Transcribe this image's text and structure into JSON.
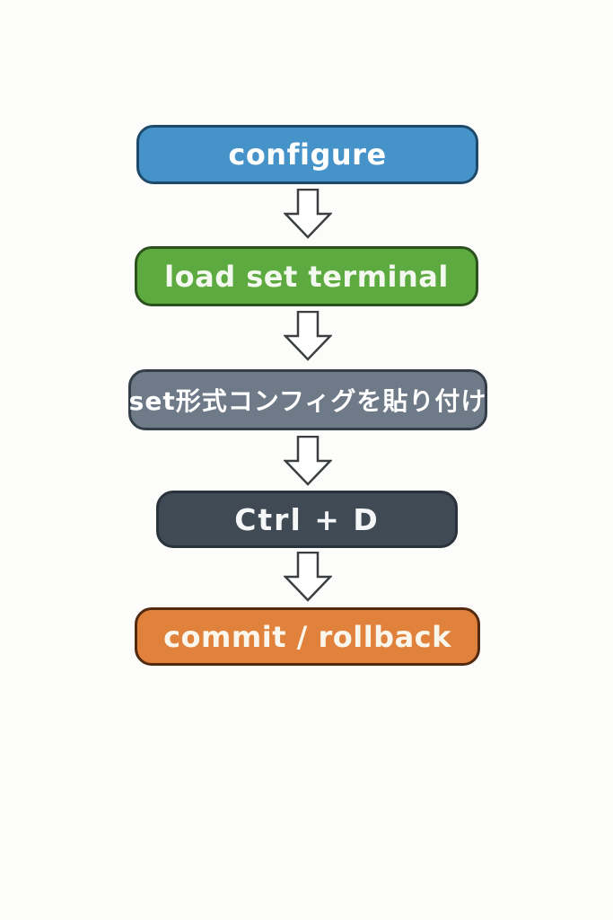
{
  "diagram": {
    "type": "flowchart",
    "direction": "top-down",
    "background_color": "#fcfcfb",
    "arrow": {
      "shape": "hollow-down-arrow",
      "fill": "#ffffff",
      "stroke": "#3b3f42"
    },
    "steps": [
      {
        "label": "configure",
        "fill": "#4593c8",
        "border": "#1d4a6b",
        "text_color": "#ffffff"
      },
      {
        "label": "load set terminal",
        "fill": "#5caa40",
        "border": "#2b521d",
        "text_color": "#f4f9ef"
      },
      {
        "label": "set形式コンフィグを貼り付け",
        "fill": "#6e7a87",
        "border": "#333e49",
        "text_color": "#ffffff"
      },
      {
        "label": "Ctrl + D",
        "fill": "#3f4a54",
        "border": "#2a323b",
        "text_color": "#f5f6f7"
      },
      {
        "label": "commit / rollback",
        "fill": "#e0813c",
        "border": "#522a10",
        "text_color": "#fbf6ec"
      }
    ]
  }
}
